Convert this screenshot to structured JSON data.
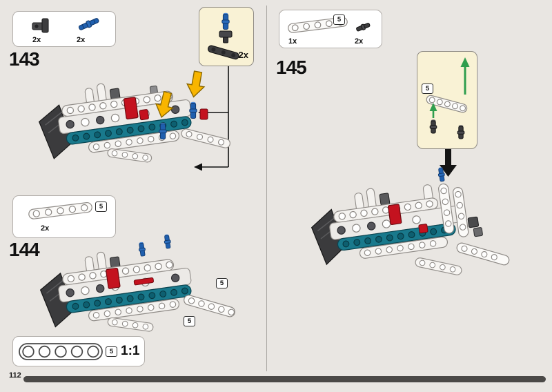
{
  "page": {
    "number": "112"
  },
  "step143": {
    "label": "143",
    "parts": [
      {
        "name": "connector-dark-gray",
        "count": "2x"
      },
      {
        "name": "pin-long-blue",
        "count": "2x"
      }
    ],
    "callout": {
      "count": "2x"
    }
  },
  "step144": {
    "label": "144",
    "parts": [
      {
        "name": "beam-5-white",
        "count": "2x",
        "badge": "5"
      }
    ],
    "annotation_badges": [
      "5",
      "5"
    ]
  },
  "step145": {
    "label": "145",
    "parts": [
      {
        "name": "beam-5-white",
        "count": "1x",
        "badge": "5"
      },
      {
        "name": "pin-dark-gray",
        "count": "2x"
      }
    ],
    "callout": {
      "badge": "5"
    }
  },
  "ruler": {
    "badge": "5",
    "scale": "1:1"
  },
  "colors": {
    "page_bg": "#e9e6e2",
    "box_bg": "#ffffff",
    "box_border": "#b3afab",
    "callout_bg": "#f9f2d5",
    "arrow_yellow": "#f8b500",
    "arrow_green": "#2f9e4e",
    "pin_blue": "#1f5fae",
    "beam_teal": "#19798c",
    "part_red": "#c4121f",
    "panel_dark": "#3b3b3d",
    "progress_bar": "#4b4947"
  }
}
